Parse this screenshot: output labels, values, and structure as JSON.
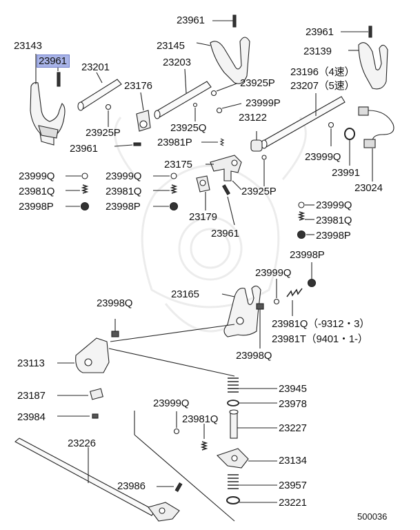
{
  "diagram": {
    "highlight_color": "#a9b4e8",
    "footer_code": "500036",
    "labels": [
      {
        "id": "l1",
        "text": "23961",
        "highlighted": false
      },
      {
        "id": "l2",
        "text": "23961",
        "highlighted": false
      },
      {
        "id": "l3",
        "text": "23143",
        "highlighted": false
      },
      {
        "id": "l4",
        "text": "23145",
        "highlighted": false
      },
      {
        "id": "l5",
        "text": "23139",
        "highlighted": false
      },
      {
        "id": "l6",
        "text": "23961",
        "highlighted": true
      },
      {
        "id": "l7",
        "text": "23201",
        "highlighted": false
      },
      {
        "id": "l8",
        "text": "23203",
        "highlighted": false
      },
      {
        "id": "l9",
        "text": "23196（4速）",
        "highlighted": false
      },
      {
        "id": "l10",
        "text": "23207（5速）",
        "highlighted": false
      },
      {
        "id": "l11",
        "text": "23176",
        "highlighted": false
      },
      {
        "id": "l12",
        "text": "23925P",
        "highlighted": false
      },
      {
        "id": "l13",
        "text": "23999P",
        "highlighted": false
      },
      {
        "id": "l14",
        "text": "23925P",
        "highlighted": false
      },
      {
        "id": "l15",
        "text": "23925Q",
        "highlighted": false
      },
      {
        "id": "l16",
        "text": "23122",
        "highlighted": false
      },
      {
        "id": "l17",
        "text": "23961",
        "highlighted": false
      },
      {
        "id": "l18",
        "text": "23981P",
        "highlighted": false
      },
      {
        "id": "l19",
        "text": "23999Q",
        "highlighted": false
      },
      {
        "id": "l20",
        "text": "23991",
        "highlighted": false
      },
      {
        "id": "l21",
        "text": "23175",
        "highlighted": false
      },
      {
        "id": "l22",
        "text": "23024",
        "highlighted": false
      },
      {
        "id": "l23",
        "text": "23999Q",
        "highlighted": false
      },
      {
        "id": "l24",
        "text": "23999Q",
        "highlighted": false
      },
      {
        "id": "l25",
        "text": "23981Q",
        "highlighted": false
      },
      {
        "id": "l26",
        "text": "23981Q",
        "highlighted": false
      },
      {
        "id": "l27",
        "text": "23925P",
        "highlighted": false
      },
      {
        "id": "l28",
        "text": "23998P",
        "highlighted": false
      },
      {
        "id": "l29",
        "text": "23998P",
        "highlighted": false
      },
      {
        "id": "l30",
        "text": "23999Q",
        "highlighted": false
      },
      {
        "id": "l31",
        "text": "23179",
        "highlighted": false
      },
      {
        "id": "l32",
        "text": "23981Q",
        "highlighted": false
      },
      {
        "id": "l33",
        "text": "23961",
        "highlighted": false
      },
      {
        "id": "l34",
        "text": "23998P",
        "highlighted": false
      },
      {
        "id": "l35",
        "text": "23998P",
        "highlighted": false
      },
      {
        "id": "l36",
        "text": "23999Q",
        "highlighted": false
      },
      {
        "id": "l37",
        "text": "23998Q",
        "highlighted": false
      },
      {
        "id": "l38",
        "text": "23165",
        "highlighted": false
      },
      {
        "id": "l39",
        "text": "23981Q（-9312・3）",
        "highlighted": false
      },
      {
        "id": "l40",
        "text": "23981T（9401・1-）",
        "highlighted": false
      },
      {
        "id": "l41",
        "text": "23998Q",
        "highlighted": false
      },
      {
        "id": "l42",
        "text": "23113",
        "highlighted": false
      },
      {
        "id": "l43",
        "text": "23945",
        "highlighted": false
      },
      {
        "id": "l44",
        "text": "23187",
        "highlighted": false
      },
      {
        "id": "l45",
        "text": "23978",
        "highlighted": false
      },
      {
        "id": "l46",
        "text": "23999Q",
        "highlighted": false
      },
      {
        "id": "l47",
        "text": "23984",
        "highlighted": false
      },
      {
        "id": "l48",
        "text": "23981Q",
        "highlighted": false
      },
      {
        "id": "l49",
        "text": "23227",
        "highlighted": false
      },
      {
        "id": "l50",
        "text": "23226",
        "highlighted": false
      },
      {
        "id": "l51",
        "text": "23134",
        "highlighted": false
      },
      {
        "id": "l52",
        "text": "23986",
        "highlighted": false
      },
      {
        "id": "l53",
        "text": "23957",
        "highlighted": false
      },
      {
        "id": "l54",
        "text": "23221",
        "highlighted": false
      }
    ]
  }
}
